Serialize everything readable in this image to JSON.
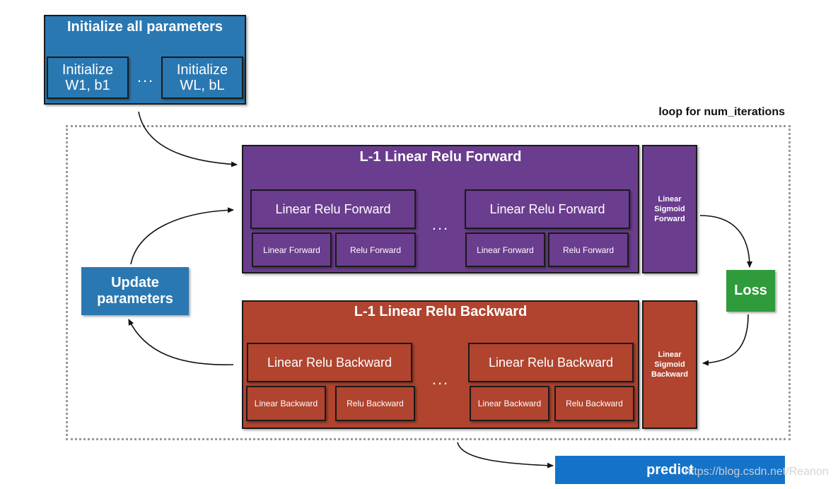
{
  "init": {
    "title": "Initialize all parameters",
    "w1": "Initialize\nW1, b1",
    "dots": "...",
    "wl": "Initialize\nWL, bL"
  },
  "loop": {
    "label": "loop for num_iterations"
  },
  "forward": {
    "title": "L-1 Linear Relu Forward",
    "big_left": "Linear Relu Forward",
    "big_right": "Linear Relu Forward",
    "small": [
      "Linear Forward",
      "Relu Forward",
      "Linear Forward",
      "Relu Forward"
    ],
    "dots": "...",
    "sigmoid": "Linear\nSigmoid\nForward"
  },
  "backward": {
    "title": "L-1 Linear Relu Backward",
    "big_left": "Linear Relu Backward",
    "big_right": "Linear Relu Backward",
    "small": [
      "Linear Backward",
      "Relu Backward",
      "Linear Backward",
      "Relu Backward"
    ],
    "dots": "...",
    "sigmoid": "Linear\nSigmoid\nBackward"
  },
  "loss": "Loss",
  "update": "Update\nparameters",
  "predict": "predict",
  "watermark": "https://blog.csdn.net/Reanon",
  "colors": {
    "init_blue": "#2a78b2",
    "forward_purple": "#6b3d8e",
    "backward_red": "#b0442f",
    "loss_green": "#2f9b3a",
    "predict_blue": "#1473c9"
  }
}
